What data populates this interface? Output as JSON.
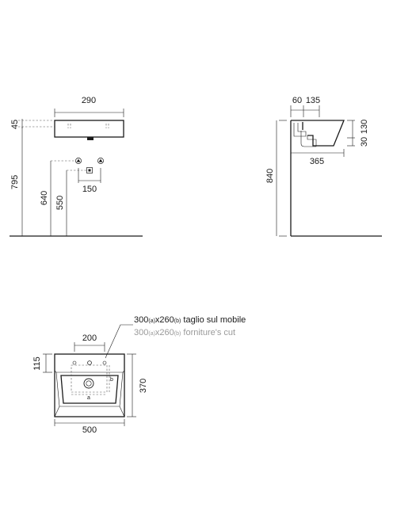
{
  "front_view": {
    "width": "290",
    "top_thickness": "45",
    "rim_height": "795",
    "drain_height": "640",
    "supply_height": "550",
    "supply_spacing": "150"
  },
  "side_view": {
    "setback_a": "60",
    "setback_b": "135",
    "depth": "365",
    "height_a": "30",
    "height_b": "130",
    "total_height": "840"
  },
  "top_view": {
    "cutout_label_it_prefix": "300",
    "cutout_label_it_a": "(a)",
    "cutout_label_it_mid": "x260",
    "cutout_label_it_b": "(b)",
    "cutout_label_it_suffix": " taglio sul mobile",
    "cutout_label_en_prefix": "300",
    "cutout_label_en_a": "(a)",
    "cutout_label_en_mid": "x260",
    "cutout_label_en_b": "(b)",
    "cutout_label_en_suffix": " forniture's cut",
    "hole_spacing": "200",
    "rear_offset": "115",
    "depth": "370",
    "width": "500",
    "mark_a": "a",
    "mark_b": "b"
  }
}
